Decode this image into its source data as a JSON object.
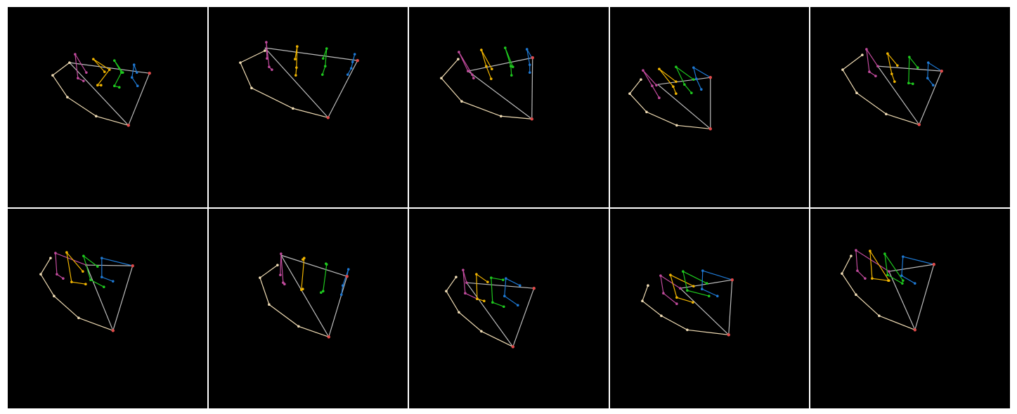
{
  "colors": {
    "background": "#000000",
    "separator": "#ffffff",
    "palm": "#bdbdbd",
    "thumb": "#f0dcb4",
    "index": "#c04a9c",
    "middle": "#f0b400",
    "ring": "#1ec81e",
    "pinky": "#1e78d2",
    "wrist_joint": "#e04a4a"
  },
  "layout": {
    "rows": 2,
    "cols": 5
  },
  "panels": [
    {
      "id": "r1c1",
      "wrist": [
        172,
        168
      ],
      "palm_top": [
        88,
        79
      ],
      "palm_right": [
        202,
        94
      ],
      "thumb": [
        [
          172,
          168
        ],
        [
          126,
          155
        ],
        [
          85,
          128
        ],
        [
          64,
          97
        ],
        [
          88,
          79
        ]
      ],
      "index": [
        [
          112,
          93
        ],
        [
          96,
          67
        ],
        [
          100,
          101
        ],
        [
          108,
          105
        ]
      ],
      "middle": [
        [
          138,
          92
        ],
        [
          122,
          74
        ],
        [
          145,
          89
        ],
        [
          128,
          111
        ],
        [
          133,
          111
        ]
      ],
      "ring": [
        [
          164,
          93
        ],
        [
          152,
          76
        ],
        [
          162,
          93
        ],
        [
          152,
          112
        ],
        [
          159,
          114
        ]
      ],
      "pinky": [
        [
          184,
          93
        ],
        [
          180,
          82
        ],
        [
          177,
          100
        ],
        [
          185,
          112
        ]
      ]
    },
    {
      "id": "r1c2",
      "wrist": [
        170,
        157
      ],
      "palm_top": [
        80,
        58
      ],
      "palm_right": [
        212,
        76
      ],
      "thumb": [
        [
          170,
          157
        ],
        [
          120,
          144
        ],
        [
          61,
          115
        ],
        [
          45,
          79
        ],
        [
          80,
          62
        ]
      ],
      "index": [
        [
          83,
          73
        ],
        [
          82,
          50
        ],
        [
          86,
          85
        ],
        [
          90,
          89
        ]
      ],
      "middle": [
        [
          123,
          74
        ],
        [
          126,
          56
        ],
        [
          125,
          86
        ],
        [
          124,
          97
        ]
      ],
      "ring": [
        [
          163,
          73
        ],
        [
          168,
          59
        ],
        [
          166,
          84
        ],
        [
          162,
          96
        ]
      ],
      "pinky": [
        [
          205,
          78
        ],
        [
          208,
          67
        ],
        [
          203,
          87
        ],
        [
          198,
          96
        ]
      ]
    },
    {
      "id": "r1c3",
      "wrist": [
        175,
        159
      ],
      "palm_top": [
        84,
        91
      ],
      "palm_right": [
        176,
        72
      ],
      "thumb": [
        [
          175,
          159
        ],
        [
          131,
          155
        ],
        [
          75,
          134
        ],
        [
          46,
          101
        ],
        [
          70,
          74
        ]
      ],
      "index": [
        [
          84,
          91
        ],
        [
          71,
          64
        ],
        [
          90,
          96
        ],
        [
          92,
          101
        ]
      ],
      "middle": [
        [
          118,
          88
        ],
        [
          103,
          61
        ],
        [
          110,
          84
        ],
        [
          117,
          102
        ]
      ],
      "ring": [
        [
          148,
          85
        ],
        [
          137,
          58
        ],
        [
          145,
          84
        ],
        [
          146,
          97
        ]
      ],
      "pinky": [
        [
          175,
          72
        ],
        [
          168,
          60
        ],
        [
          172,
          82
        ],
        [
          172,
          93
        ]
      ]
    },
    {
      "id": "r1c4",
      "wrist": [
        143,
        173
      ],
      "palm_top": [
        68,
        110
      ],
      "palm_right": [
        143,
        100
      ],
      "thumb": [
        [
          143,
          173
        ],
        [
          95,
          168
        ],
        [
          52,
          149
        ],
        [
          28,
          123
        ],
        [
          44,
          103
        ]
      ],
      "index": [
        [
          66,
          111
        ],
        [
          47,
          90
        ],
        [
          60,
          112
        ],
        [
          70,
          129
        ]
      ],
      "middle": [
        [
          94,
          106
        ],
        [
          70,
          88
        ],
        [
          90,
          113
        ],
        [
          94,
          123
        ]
      ],
      "ring": [
        [
          119,
          103
        ],
        [
          94,
          85
        ],
        [
          106,
          110
        ],
        [
          116,
          122
        ]
      ],
      "pinky": [
        [
          143,
          100
        ],
        [
          119,
          86
        ],
        [
          123,
          102
        ],
        [
          130,
          117
        ]
      ]
    },
    {
      "id": "r1c5",
      "wrist": [
        155,
        167
      ],
      "palm_top": [
        96,
        84
      ],
      "palm_right": [
        187,
        91
      ],
      "thumb": [
        [
          155,
          167
        ],
        [
          108,
          152
        ],
        [
          66,
          122
        ],
        [
          46,
          89
        ],
        [
          74,
          68
        ]
      ],
      "index": [
        [
          96,
          84
        ],
        [
          80,
          60
        ],
        [
          84,
          92
        ],
        [
          93,
          98
        ]
      ],
      "middle": [
        [
          124,
          83
        ],
        [
          110,
          66
        ],
        [
          116,
          95
        ],
        [
          120,
          106
        ]
      ],
      "ring": [
        [
          153,
          86
        ],
        [
          141,
          71
        ],
        [
          140,
          108
        ],
        [
          146,
          109
        ]
      ],
      "pinky": [
        [
          187,
          91
        ],
        [
          168,
          79
        ],
        [
          167,
          101
        ],
        [
          175,
          111
        ]
      ]
    },
    {
      "id": "r2c1",
      "wrist": [
        150,
        173
      ],
      "palm_top": [
        112,
        80
      ],
      "palm_right": [
        178,
        81
      ],
      "thumb": [
        [
          150,
          173
        ],
        [
          101,
          155
        ],
        [
          66,
          124
        ],
        [
          47,
          93
        ],
        [
          61,
          70
        ]
      ],
      "index": [
        [
          112,
          80
        ],
        [
          68,
          63
        ],
        [
          70,
          93
        ],
        [
          79,
          99
        ]
      ],
      "middle": [
        [
          107,
          89
        ],
        [
          84,
          62
        ],
        [
          91,
          104
        ],
        [
          111,
          107
        ]
      ],
      "ring": [
        [
          128,
          82
        ],
        [
          108,
          67
        ],
        [
          118,
          101
        ],
        [
          137,
          111
        ]
      ],
      "pinky": [
        [
          178,
          81
        ],
        [
          134,
          70
        ],
        [
          134,
          97
        ],
        [
          150,
          103
        ]
      ]
    },
    {
      "id": "r2c2",
      "wrist": [
        171,
        182
      ],
      "palm_top": [
        103,
        66
      ],
      "palm_right": [
        197,
        96
      ],
      "thumb": [
        [
          171,
          182
        ],
        [
          128,
          167
        ],
        [
          86,
          136
        ],
        [
          73,
          98
        ],
        [
          98,
          80
        ]
      ],
      "index": [
        [
          102,
          94
        ],
        [
          103,
          64
        ],
        [
          106,
          105
        ],
        [
          108,
          107
        ]
      ],
      "middle": [
        [
          134,
          72
        ],
        [
          136,
          70
        ],
        [
          132,
          115
        ],
        [
          134,
          114
        ]
      ],
      "ring": [
        [
          167,
          78
        ],
        [
          168,
          79
        ],
        [
          163,
          117
        ],
        [
          160,
          119
        ]
      ],
      "pinky": [
        [
          197,
          96
        ],
        [
          199,
          86
        ],
        [
          191,
          109
        ],
        [
          189,
          122
        ]
      ]
    },
    {
      "id": "r2c3",
      "wrist": [
        148,
        196
      ],
      "palm_top": [
        82,
        105
      ],
      "palm_right": [
        178,
        113
      ],
      "thumb": [
        [
          148,
          196
        ],
        [
          103,
          174
        ],
        [
          71,
          147
        ],
        [
          53,
          117
        ],
        [
          67,
          97
        ]
      ],
      "index": [
        [
          82,
          105
        ],
        [
          77,
          87
        ],
        [
          80,
          120
        ],
        [
          97,
          128
        ]
      ],
      "middle": [
        [
          112,
          104
        ],
        [
          96,
          93
        ],
        [
          97,
          128
        ],
        [
          107,
          131
        ]
      ],
      "ring": [
        [
          134,
          101
        ],
        [
          117,
          98
        ],
        [
          119,
          133
        ],
        [
          135,
          139
        ]
      ],
      "pinky": [
        [
          158,
          109
        ],
        [
          138,
          99
        ],
        [
          136,
          124
        ],
        [
          155,
          137
        ]
      ]
    },
    {
      "id": "r2c4",
      "wrist": [
        169,
        179
      ],
      "palm_top": [
        100,
        113
      ],
      "palm_right": [
        174,
        101
      ],
      "thumb": [
        [
          169,
          179
        ],
        [
          110,
          172
        ],
        [
          73,
          152
        ],
        [
          46,
          131
        ],
        [
          54,
          109
        ]
      ],
      "index": [
        [
          100,
          113
        ],
        [
          72,
          95
        ],
        [
          76,
          120
        ],
        [
          95,
          135
        ]
      ],
      "middle": [
        [
          119,
          110
        ],
        [
          86,
          94
        ],
        [
          95,
          126
        ],
        [
          118,
          133
        ]
      ],
      "ring": [
        [
          138,
          106
        ],
        [
          104,
          89
        ],
        [
          110,
          116
        ],
        [
          141,
          124
        ]
      ],
      "pinky": [
        [
          174,
          101
        ],
        [
          132,
          88
        ],
        [
          131,
          114
        ],
        [
          153,
          124
        ]
      ]
    },
    {
      "id": "r2c5",
      "wrist": [
        149,
        172
      ],
      "palm_top": [
        112,
        89
      ],
      "palm_right": [
        176,
        79
      ],
      "thumb": [
        [
          149,
          172
        ],
        [
          98,
          152
        ],
        [
          65,
          122
        ],
        [
          45,
          92
        ],
        [
          58,
          67
        ]
      ],
      "index": [
        [
          112,
          89
        ],
        [
          65,
          59
        ],
        [
          67,
          88
        ],
        [
          78,
          99
        ]
      ],
      "middle": [
        [
          112,
          102
        ],
        [
          85,
          60
        ],
        [
          88,
          99
        ],
        [
          111,
          102
        ]
      ],
      "ring": [
        [
          132,
          102
        ],
        [
          106,
          64
        ],
        [
          110,
          94
        ],
        [
          131,
          106
        ]
      ],
      "pinky": [
        [
          176,
          79
        ],
        [
          132,
          68
        ],
        [
          130,
          95
        ],
        [
          149,
          106
        ]
      ]
    }
  ]
}
